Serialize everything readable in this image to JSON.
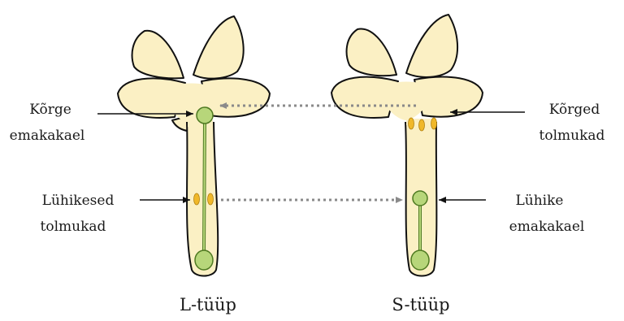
{
  "colors": {
    "petal_fill": "#fbf0c4",
    "outline": "#111111",
    "pistil": "#b7d67a",
    "anther": "#f0b82a",
    "dotted_arrow": "#8a8a8a"
  },
  "left_flower": {
    "type_label": "L-tüüp",
    "label_upper_line1": "Kõrge",
    "label_upper_line2": "emakakael",
    "label_lower_line1": "Lühikesed",
    "label_lower_line2": "tolmukad"
  },
  "right_flower": {
    "type_label": "S-tüüp",
    "label_upper_line1": "Kõrged",
    "label_upper_line2": "tolmukad",
    "label_lower_line1": "Lühike",
    "label_lower_line2": "emakakael"
  }
}
